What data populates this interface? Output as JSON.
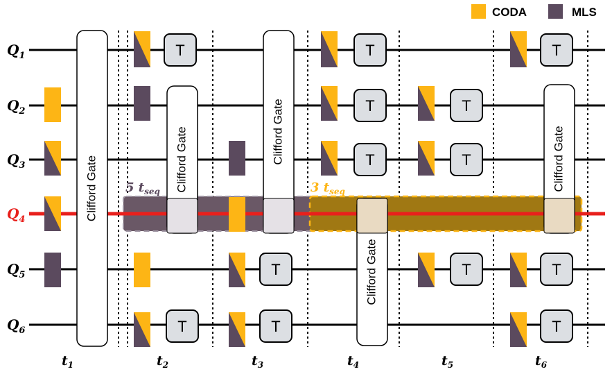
{
  "colors": {
    "coda": "#FDB515",
    "mls": "#5B4A5E",
    "highlight_qubit": "#E8201C",
    "t_gate_fill": "#DCDFE3",
    "window_5_fill": "#6A5866",
    "window_3_fill": "#A07813",
    "window_3_border": "#FDB515",
    "overlap_fill_5": "#E5E1E6",
    "overlap_fill_3": "#E9DAC2"
  },
  "legend": {
    "coda_label": "CODA",
    "mls_label": "MLS"
  },
  "qubits": [
    {
      "label": "Q",
      "sub": "1"
    },
    {
      "label": "Q",
      "sub": "2"
    },
    {
      "label": "Q",
      "sub": "3"
    },
    {
      "label": "Q",
      "sub": "4",
      "highlighted": true
    },
    {
      "label": "Q",
      "sub": "5"
    },
    {
      "label": "Q",
      "sub": "6"
    }
  ],
  "time_steps": [
    {
      "label": "t",
      "sub": "1"
    },
    {
      "label": "t",
      "sub": "2"
    },
    {
      "label": "t",
      "sub": "3"
    },
    {
      "label": "t",
      "sub": "4"
    },
    {
      "label": "t",
      "sub": "5"
    },
    {
      "label": "t",
      "sub": "6"
    }
  ],
  "clifford_label": "Clifford Gate",
  "t_gate_label": "T",
  "window_5": {
    "count": "5",
    "t": "t",
    "sub": "seq"
  },
  "window_3": {
    "count": "3",
    "t": "t",
    "sub": "seq"
  }
}
